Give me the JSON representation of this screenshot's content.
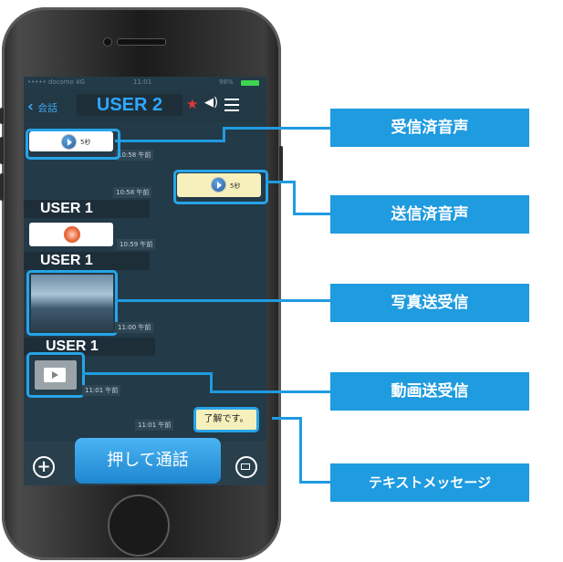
{
  "status_bar": {
    "carrier": "••••• docomo 4G",
    "time": "11:01",
    "battery": "98%"
  },
  "nav": {
    "back_label": "会話",
    "title": "USER 2"
  },
  "messages": {
    "m1_duration": "5秒",
    "m1_time": "10:58 午前",
    "m2_time": "10:58 午前",
    "m2_duration": "5秒",
    "m3_user": "USER 1",
    "m3_time": "10:59 午前",
    "m4_user": "USER 1",
    "m4_time": "11:00 午前",
    "m5_user": "USER 1",
    "m5_time": "11:01 午前",
    "m6_time": "11:01 午前",
    "m6_text": "了解です。"
  },
  "bottom": {
    "ptt_label": "押して通話"
  },
  "callouts": {
    "received_voice": "受信済音声",
    "sent_voice": "送信済音声",
    "photo": "写真送受信",
    "video": "動画送受信",
    "text": "テキストメッセージ"
  },
  "colors": {
    "accent": "#1f9be0",
    "title_blue": "#2ea8ff",
    "screen_bg": "#233a48",
    "star": "#e53935"
  }
}
